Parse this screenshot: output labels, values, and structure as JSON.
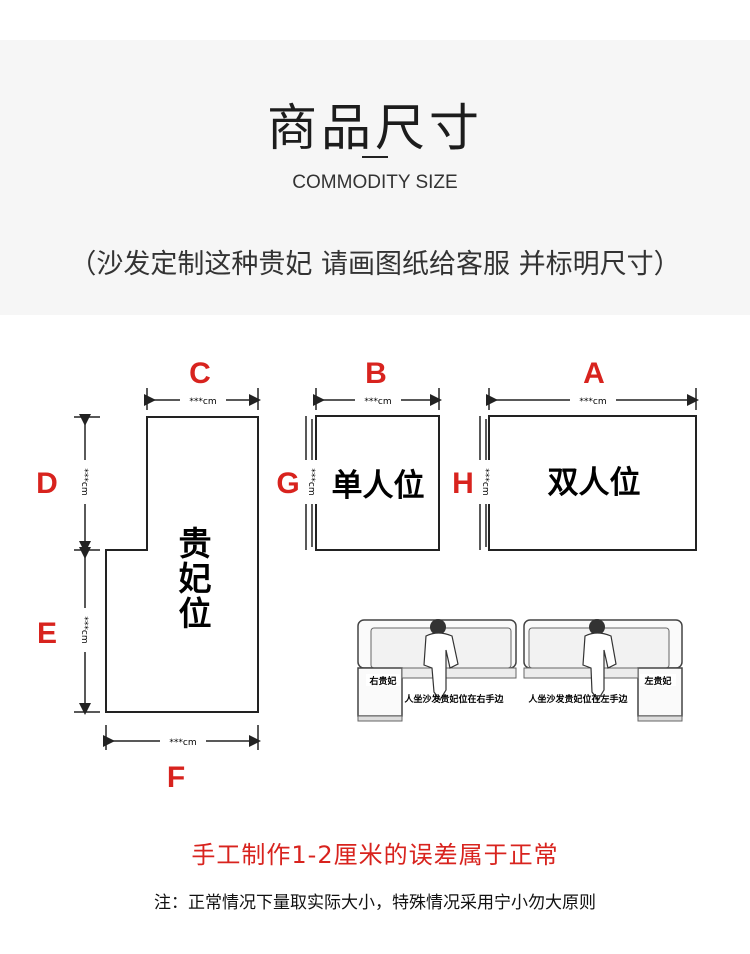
{
  "header": {
    "title": "商品尺寸",
    "subtitle": "COMMODITY SIZE",
    "note": "（沙发定制这种贵妃 请画图纸给客服 并标明尺寸）"
  },
  "diagram": {
    "letters": {
      "a": "A",
      "b": "B",
      "c": "C",
      "d": "D",
      "e": "E",
      "f": "F",
      "g": "G",
      "h": "H"
    },
    "dimension_text": "***cm",
    "shapes": {
      "chaise": [
        "贵",
        "妃",
        "位"
      ],
      "single_seat": "单人位",
      "double_seat": "双人位"
    },
    "sofa_illustrations": {
      "left_tag": "右贵妃",
      "left_caption": "人坐沙发贵妃位在右手边",
      "right_tag": "左贵妃",
      "right_caption": "人坐沙发贵妃位在左手边"
    },
    "colors": {
      "accent_red": "#d8231e",
      "line": "#222222"
    }
  },
  "footer": {
    "tolerance": "手工制作1-2厘米的误差属于正常",
    "note": "注：正常情况下量取实际大小，特殊情况采用宁小勿大原则"
  }
}
